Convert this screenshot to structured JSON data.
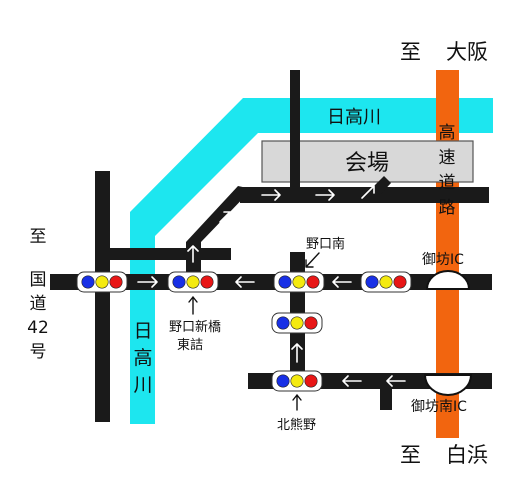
{
  "labels": {
    "to_osaka_prefix": "至",
    "to_osaka": "大阪",
    "to_shirahama_prefix": "至",
    "to_shirahama": "白浜",
    "to_route42": [
      "至",
      "国",
      "道",
      "42",
      "号"
    ],
    "river_top": "日高川",
    "river_side": [
      "日",
      "高",
      "川"
    ],
    "venue": "会場",
    "expressway": [
      "高",
      "速",
      "道",
      "路"
    ],
    "gobo_ic": "御坊IC",
    "gobo_minami_ic": "御坊南IC",
    "noguchi_minami": "野口南",
    "noguchi_shinbashi_1": "野口新橋",
    "noguchi_shinbashi_2": "東詰",
    "kitakumano": "北熊野"
  },
  "colors": {
    "road": "#1a1a1a",
    "river": "#1de6ef",
    "expressway": "#f2650f",
    "venue_fill": "#d8d8d8",
    "venue_stroke": "#555555",
    "signal_blue": "#1830e6",
    "signal_yellow": "#f4ea10",
    "signal_red": "#e81616"
  },
  "icons": {
    "traffic_signal": "traffic-signal-icon",
    "direction_arrow": "arrow-icon",
    "interchange": "interchange-icon",
    "venue_marker": "venue-marker-icon"
  }
}
